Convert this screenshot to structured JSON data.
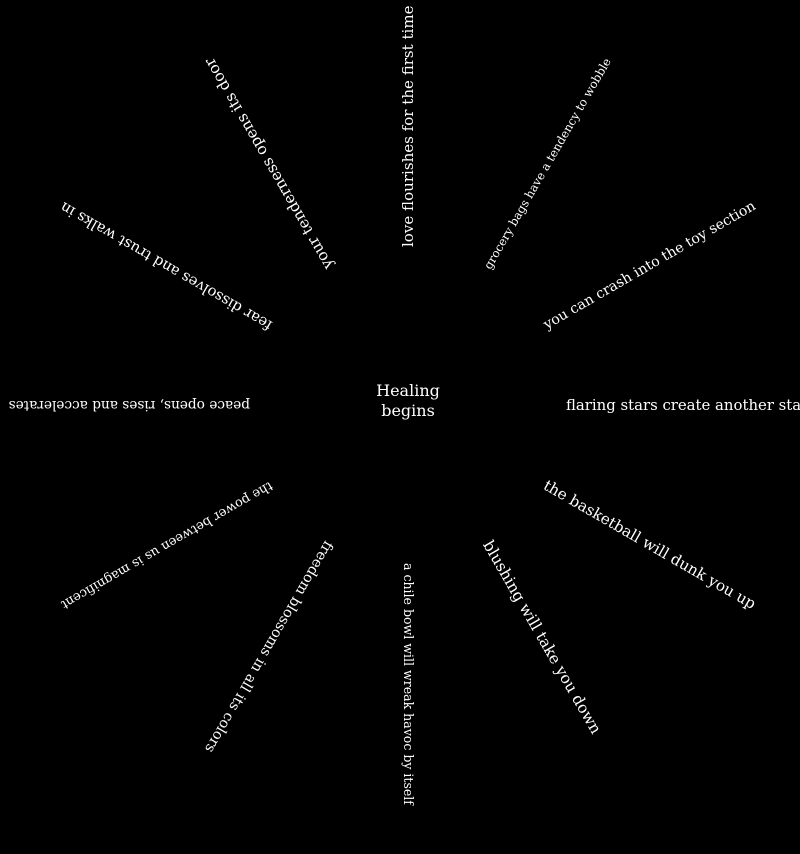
{
  "center": {
    "line1": "Healing",
    "line2": "begins"
  },
  "rays": [
    {
      "text": "love flourishes for the first time",
      "angle": -90
    },
    {
      "text": "grocery bags have a tendency to wobble",
      "angle": -60
    },
    {
      "text": "you can crash into the toy section",
      "angle": -30
    },
    {
      "text": "flaring stars create another star",
      "angle": 0
    },
    {
      "text": "the basketball will dunk you up",
      "angle": 30
    },
    {
      "text": "blushing will take you down",
      "angle": 60
    },
    {
      "text": "a chile bowl will wreak havoc by itself",
      "angle": 90
    },
    {
      "text": "freedom blossoms in all its colors",
      "angle": 120
    },
    {
      "text": "the power between us is magnificent",
      "angle": 150
    },
    {
      "text": "peace opens, rises and accelerates",
      "angle": 180
    },
    {
      "text": "fear dissolves and trust walks in",
      "angle": 210
    },
    {
      "text": "your tenderness opens its door",
      "angle": 240
    }
  ],
  "colors": {
    "background": "#000000",
    "text": "#ffffff"
  }
}
